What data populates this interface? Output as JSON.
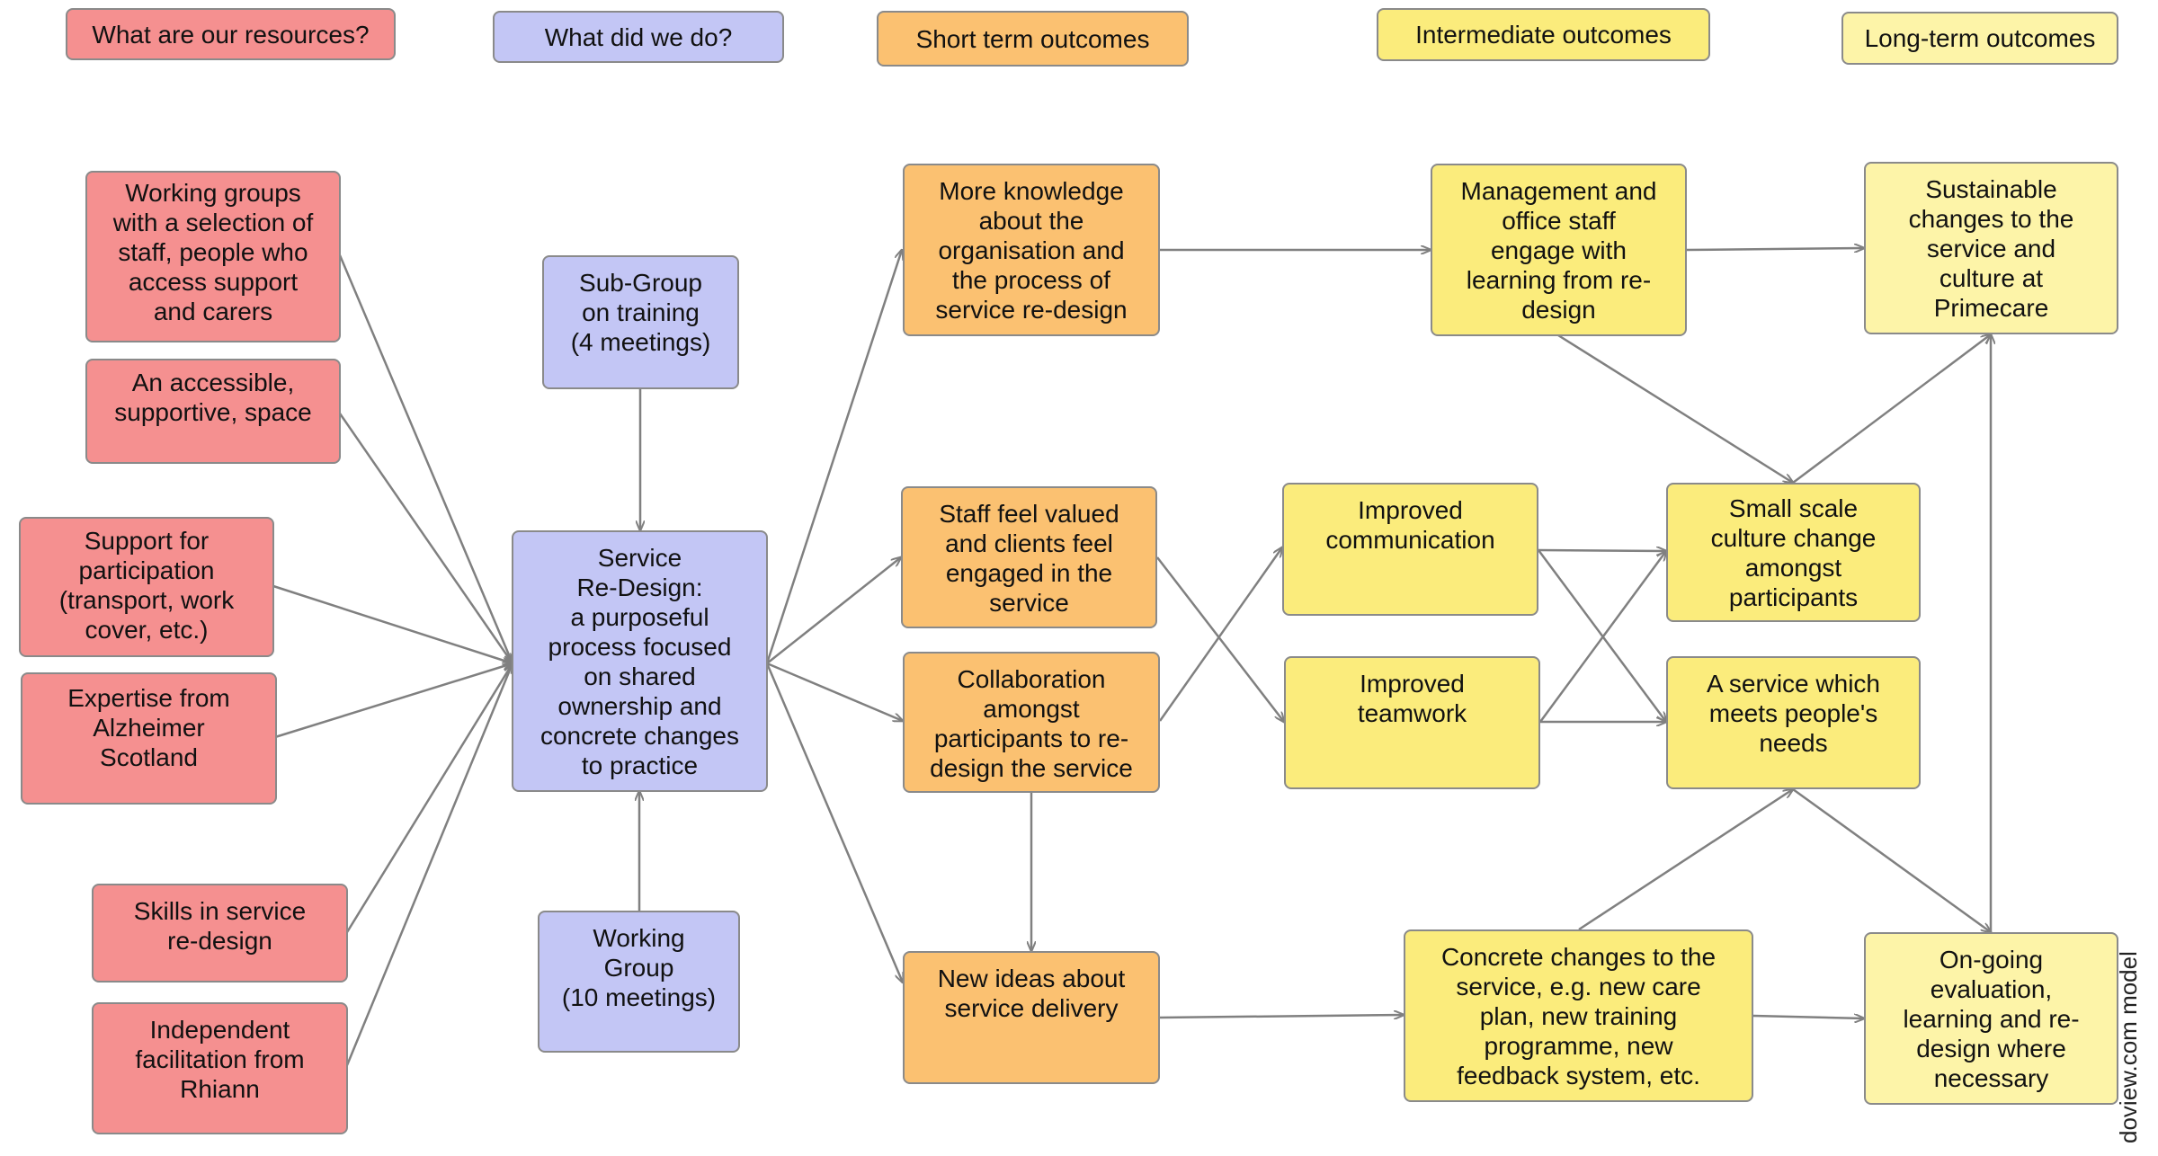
{
  "headers": {
    "resources": "What are our resources?",
    "activities": "What did we do?",
    "short_term": "Short term outcomes",
    "intermediate": "Intermediate outcomes",
    "long_term": "Long-term outcomes"
  },
  "resources": {
    "working_groups": "Working groups\nwith a selection of\nstaff, people who\naccess support\nand carers",
    "space": "An accessible,\nsupportive, space",
    "participation": "Support for\nparticipation\n(transport, work\ncover, etc.)",
    "expertise": "Expertise from\nAlzheimer\nScotland",
    "skills": "Skills in service\nre-design",
    "facilitation": "Independent\nfacilitation from\nRhiann"
  },
  "activities": {
    "sub_group": "Sub-Group\non training\n(4 meetings)",
    "redesign": "Service\nRe-Design:\na purposeful\nprocess focused\non shared\nownership and\nconcrete changes\nto practice",
    "working_group": "Working\nGroup\n(10 meetings)"
  },
  "short_term": {
    "knowledge": "More knowledge\nabout the\norganisation and\nthe process of\nservice re-design",
    "valued": "Staff feel valued\nand clients feel\nengaged in the\nservice",
    "collaboration": "Collaboration\namongst\nparticipants to re-\ndesign the service",
    "new_ideas": "New ideas about\nservice delivery"
  },
  "intermediate": {
    "management": "Management and\noffice staff\nengage with\nlearning from re-\ndesign",
    "communication": "Improved\ncommunication",
    "teamwork": "Improved\nteamwork",
    "culture_small": "Small scale\nculture change\namongst\nparticipants",
    "service_needs": "A service which\nmeets people's\nneeds",
    "concrete": "Concrete changes to the\nservice, e.g. new care\nplan, new training\nprogramme, new\nfeedback system, etc."
  },
  "long_term": {
    "sustainable": "Sustainable\nchanges to the\nservice and\nculture at\nPrimecare",
    "ongoing": "On-going\nevaluation,\nlearning and re-\ndesign where\nnecessary"
  },
  "credit": "doview.com model",
  "colors": {
    "resources": "#f59090",
    "activities": "#c3c6f5",
    "short_term": "#fbc171",
    "intermediate": "#fbec7c",
    "long_term": "#fdf4a8",
    "arrow": "#808080"
  }
}
